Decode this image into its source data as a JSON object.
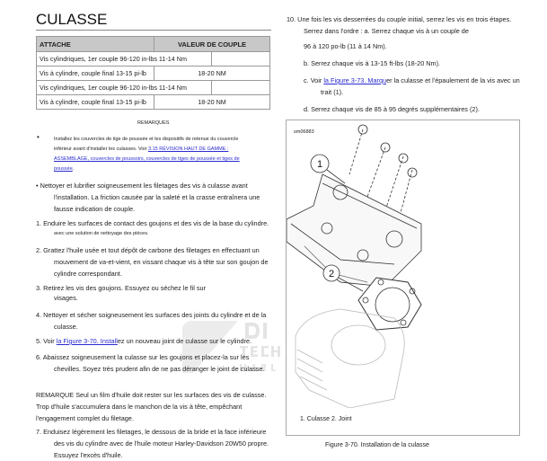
{
  "title": "CULASSE",
  "table": {
    "headers": [
      "ATTACHE",
      "VALEUR DE COUPLE"
    ],
    "rows": [
      [
        "Vis cylindriques, 1er couple 96-120 in-lbs 11-14 Nm",
        ""
      ],
      [
        "Vis à cylindre, couple final 13-15 pi-lb",
        "18-20 NM"
      ],
      [
        "Vis cylindriques, 1er couple 96-120 in-lbs 11-14 Nm",
        ""
      ],
      [
        "Vis à cylindre, couple final 13-15 pi-lb",
        "18-20 NM"
      ]
    ]
  },
  "remarques": "REMARQUES",
  "note1": {
    "text": "Installez les couvercles de tige de poussée et les dispositifs de retenue du couvercle inférieur avant d'installer les culasses. Voir ",
    "link": "3.15 RÉVISION HAUT DE GAMME : ASSEMBLAGE, couvercles de poussoirs, couvercles de tiges de poussée et tiges de poussée",
    "end": "."
  },
  "note2": [
    "• Nettoyer et lubrifier soigneusement les filetages des vis à culasse avant",
    "l'installation. La friction causée par la saleté et la crasse entraînera une",
    "fausse indication de couple."
  ],
  "step1": [
    "1. Enduire les surfaces de contact des goujons et des vis de la base du cylindre.",
    "avec une solution de nettoyage des pièces."
  ],
  "step2": [
    "2. Grattez l'huile usée et tout dépôt de carbone des filetages en effectuant un",
    "mouvement de va-et-vient, en vissant chaque vis à tête sur son goujon de",
    "cylindre correspondant."
  ],
  "step3": [
    "3. Retirez les vis des goujons. Essuyez ou séchez le fil sur",
    "visages."
  ],
  "step4": [
    "4. Nettoyer et sécher soigneusement les surfaces des joints du cylindre et de la",
    "culasse."
  ],
  "step5": {
    "pre": "5. Voir ",
    "link": "la Figure 3-70. Install",
    "post": "ez un nouveau joint de culasse sur le cylindre."
  },
  "step6": [
    "6. Abaissez soigneusement la culasse sur les goujons et placez-la sur les",
    "chevilles. Soyez très prudent afin de ne pas déranger le joint de culasse."
  ],
  "remarque": [
    "REMARQUE Seul un film d'huile doit rester sur les surfaces des vis de culasse.",
    "Trop d'huile s'accumulera dans le manchon de la vis à tête, empêchant",
    "l'engagement complet du filetage."
  ],
  "step7": [
    "7. Enduisez légèrement les filetages, le dessous de la bride et la face inférieure",
    "des vis du cylindre avec de l'huile moteur Harley-Davidson 20W50 propre.",
    "Essuyez l'excès d'huile."
  ],
  "step10": {
    "l1": "10. Une fois les vis desserrées du couple initial, serrez les vis en trois étapes.",
    "l2": "Serrez dans l'ordre : a. Serrez chaque vis à un couple de",
    "l3": "96 à 120 po-lb (11 à 14 Nm).",
    "b": "b. Serrez chaque vis à 13-15 ft-lbs (18-20 Nm).",
    "c_pre": "c. Voir ",
    "c_link": "la Figure 3-73. Marqu",
    "c_post": "er la culasse et l'épaulement de la vis avec un",
    "c2": "trait (1).",
    "d": "d. Serrez chaque vis de 85 à 95 degrés supplémentaires (2)."
  },
  "figure": {
    "id": "sm06883",
    "callouts": [
      "1",
      "2"
    ],
    "legend": "1. Culasse 2. Joint",
    "caption": "Figure 3-70. Installation de la culasse"
  },
  "watermark": [
    "DI",
    "TECH",
    "HARL"
  ]
}
